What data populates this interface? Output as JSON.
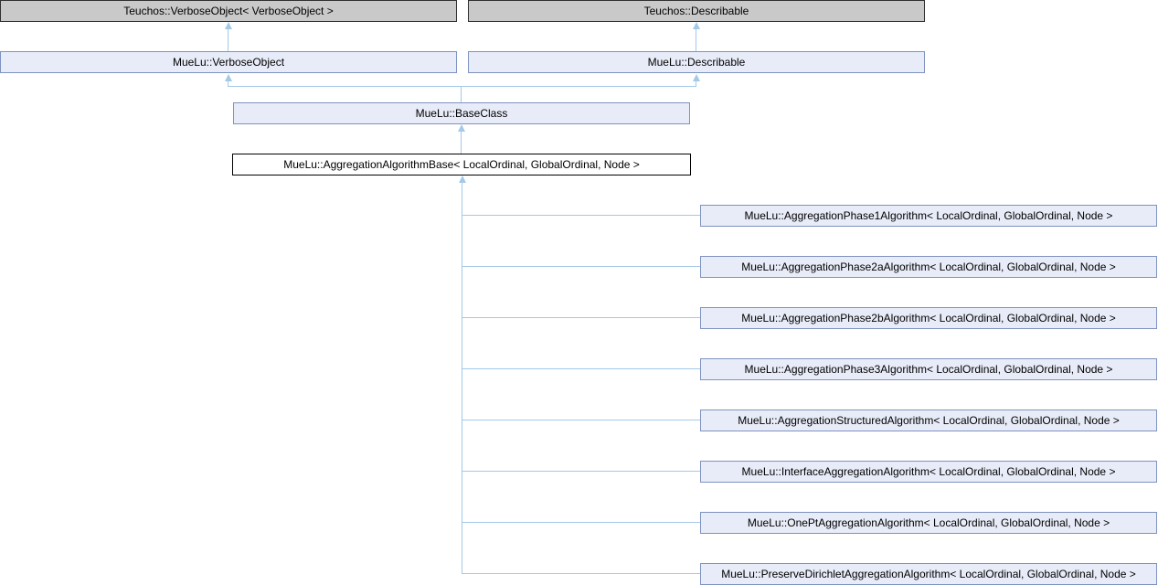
{
  "diagram_type": "class-inheritance-graph",
  "colors": {
    "external_node_fill": "#c9c9c9",
    "external_node_border": "#303030",
    "class_node_fill": "#e8ecf8",
    "class_node_border": "#7f93c0",
    "current_node_fill": "#ffffff",
    "current_node_border": "#000000",
    "edge": "#a3c9e8",
    "text": "#000000",
    "background": "#ffffff"
  },
  "nodes": {
    "teuchos_verbose_object": "Teuchos::VerboseObject< VerboseObject >",
    "teuchos_describable": "Teuchos::Describable",
    "muelu_verbose_object": "MueLu::VerboseObject",
    "muelu_describable": "MueLu::Describable",
    "muelu_base_class": "MueLu::BaseClass",
    "aggregation_algorithm_base": "MueLu::AggregationAlgorithmBase< LocalOrdinal, GlobalOrdinal, Node >",
    "derived": [
      "MueLu::AggregationPhase1Algorithm< LocalOrdinal, GlobalOrdinal, Node >",
      "MueLu::AggregationPhase2aAlgorithm< LocalOrdinal, GlobalOrdinal, Node >",
      "MueLu::AggregationPhase2bAlgorithm< LocalOrdinal, GlobalOrdinal, Node >",
      "MueLu::AggregationPhase3Algorithm< LocalOrdinal, GlobalOrdinal, Node >",
      "MueLu::AggregationStructuredAlgorithm< LocalOrdinal, GlobalOrdinal, Node >",
      "MueLu::InterfaceAggregationAlgorithm< LocalOrdinal, GlobalOrdinal, Node >",
      "MueLu::OnePtAggregationAlgorithm< LocalOrdinal, GlobalOrdinal, Node >",
      "MueLu::PreserveDirichletAggregationAlgorithm< LocalOrdinal, GlobalOrdinal, Node >"
    ]
  }
}
